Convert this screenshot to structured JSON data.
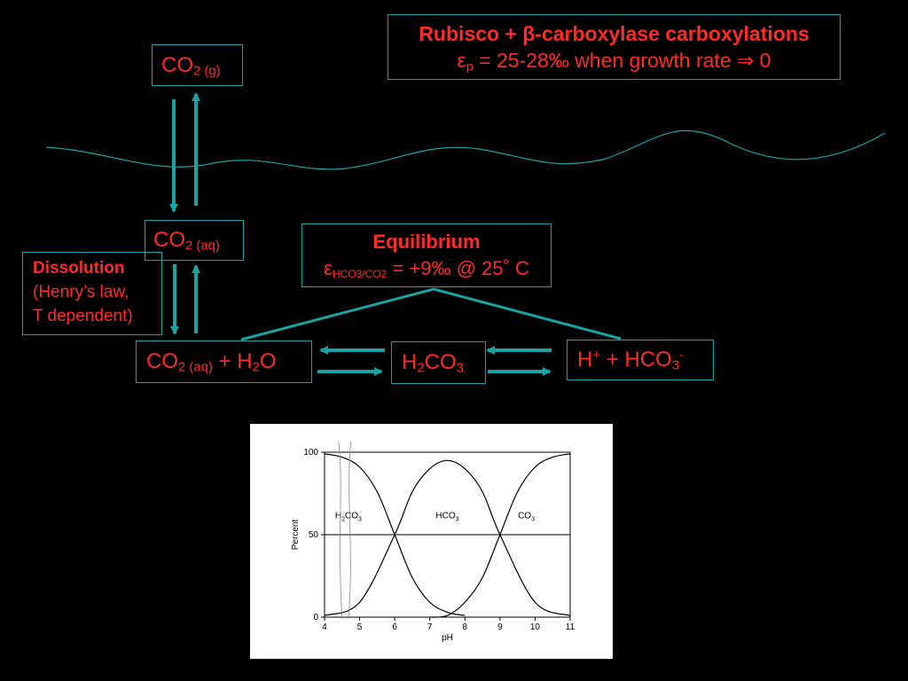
{
  "title": {
    "line1": "Rubisco + β-carboxylase carboxylations",
    "eps": "ε",
    "eps_sub": "p",
    "line2_rest": " = 25-28‰ when growth rate ⇒ 0"
  },
  "species": {
    "co2g": {
      "main": "CO",
      "sub": "2 (g)"
    },
    "co2aq": {
      "main": "CO",
      "sub": "2 (aq)"
    },
    "reactant": {
      "a": "CO",
      "a_sub": "2 (aq)",
      "b": " + H",
      "b_sub": "2",
      "c": "O"
    },
    "h2co3": {
      "a": "H",
      "a_sub": "2",
      "b": "CO",
      "b_sub": "3"
    },
    "products": {
      "a": "H",
      "a_sup": "+",
      "b": " + HCO",
      "b_sub": "3",
      "b_sup": "-"
    }
  },
  "equilibrium": {
    "title": "Equilibrium",
    "eps": "ε",
    "eps_sub": "HCO3/CO2",
    "rest": " = +9‰ @ 25˚  C"
  },
  "dissolution": {
    "title": "Dissolution",
    "line2": "(Henry’s law,",
    "line3": "T dependent)"
  },
  "colors": {
    "teal": "#1aa3a3",
    "red": "#ff2a2a",
    "background": "#000000"
  },
  "chart_data": {
    "type": "line",
    "xlabel": "pH",
    "ylabel": "Percent",
    "xlim": [
      4,
      11
    ],
    "ylim": [
      0,
      100
    ],
    "x_ticks": [
      "4",
      "5",
      "6",
      "7",
      "8",
      "9",
      "10",
      "11"
    ],
    "y_ticks": [
      "0",
      "50",
      "100"
    ],
    "series": [
      {
        "name": "H2CO3",
        "pKa_curve": "acid",
        "x": [
          4,
          4.5,
          5,
          5.5,
          6,
          6.5,
          7,
          7.5,
          8
        ],
        "values": [
          99,
          97,
          91,
          76,
          50,
          24,
          9,
          3,
          1
        ]
      },
      {
        "name": "HCO3",
        "x": [
          4,
          5,
          6,
          6.5,
          7,
          7.5,
          8,
          8.5,
          9,
          10,
          11
        ],
        "values": [
          1,
          9,
          50,
          76,
          90,
          95,
          90,
          76,
          50,
          9,
          1
        ]
      },
      {
        "name": "CO3",
        "x": [
          7,
          7.5,
          8,
          8.5,
          9,
          9.5,
          10,
          10.5,
          11
        ],
        "values": [
          0,
          1,
          9,
          24,
          50,
          76,
          91,
          97,
          99
        ]
      }
    ],
    "annotations": [
      {
        "text": "H",
        "sub": "2",
        "text2": "CO",
        "sub2": "3"
      },
      {
        "text": "HCO",
        "sub": "3"
      },
      {
        "text": "CO",
        "sub": "3"
      }
    ],
    "reference_line": 50
  }
}
